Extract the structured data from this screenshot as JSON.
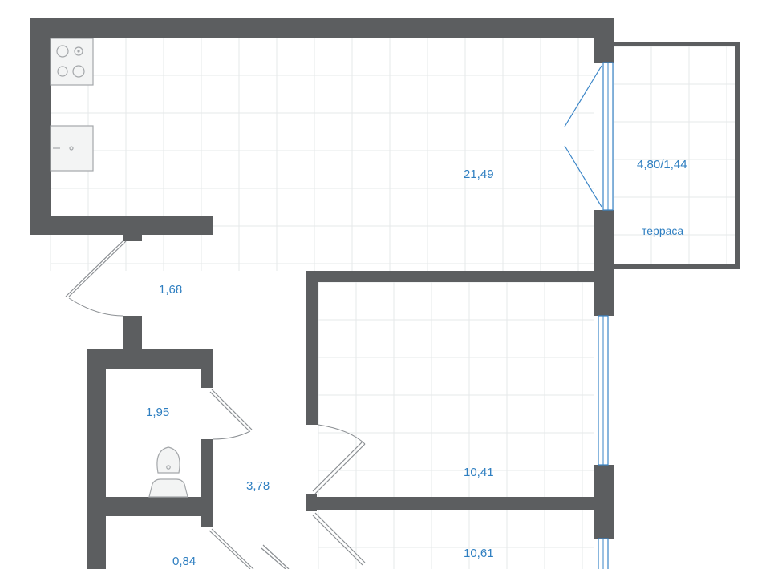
{
  "rooms": [
    {
      "id": "kitchen-living",
      "area": "21,49"
    },
    {
      "id": "hallway",
      "area": "1,68"
    },
    {
      "id": "bathroom",
      "area": "1,95"
    },
    {
      "id": "corridor",
      "area": "3,78"
    },
    {
      "id": "bedroom-1",
      "area": "10,41"
    },
    {
      "id": "bedroom-2",
      "area": "10,61"
    },
    {
      "id": "storage",
      "area": "0,84"
    }
  ],
  "terrace": {
    "area": "4,80/1,44",
    "label": "терраса"
  },
  "icons": [
    "stove-icon",
    "sink-icon",
    "toilet-icon",
    "door-icon",
    "window-icon"
  ],
  "colors": {
    "wall": "#5c5e60",
    "label": "#2f7fc1",
    "grid": "#e6e8ea",
    "glass": "#3a85c7"
  }
}
